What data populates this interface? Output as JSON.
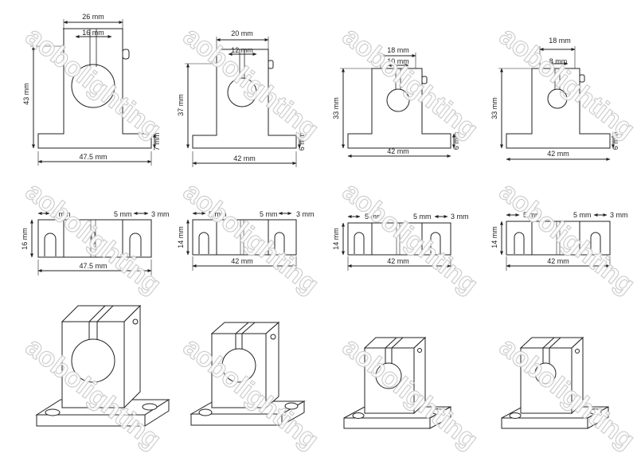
{
  "watermark": "aobolighting",
  "colors": {
    "line": "#222222",
    "body_fill": "#ffffff",
    "watermark_stroke": "#c9c9c9"
  },
  "front_views": [
    {
      "width": "47.5 mm",
      "top_width": "26 mm",
      "slot": "16 mm",
      "height": "43 mm",
      "base": "7 mm"
    },
    {
      "width": "42 mm",
      "top_width": "20 mm",
      "slot": "12 mm",
      "height": "37 mm",
      "base": "6 mm"
    },
    {
      "width": "42 mm",
      "top_width": "18 mm",
      "slot": "10 mm",
      "height": "33 mm",
      "base": "6 mm"
    },
    {
      "width": "42 mm",
      "top_width": "18 mm",
      "slot": "8 mm",
      "height": "33 mm",
      "base": "6 mm"
    }
  ],
  "top_views": [
    {
      "hole_offset": "5 mm",
      "hole_pitch": "5 mm",
      "hole_dia": "3 mm",
      "depth": "16 mm",
      "width": "47.5 mm"
    },
    {
      "hole_offset": "5 mm",
      "hole_pitch": "5 mm",
      "hole_dia": "3 mm",
      "depth": "14 mm",
      "width": "42 mm"
    },
    {
      "hole_offset": "5 mm",
      "hole_pitch": "5 mm",
      "hole_dia": "3 mm",
      "depth": "14 mm",
      "width": "42 mm"
    },
    {
      "hole_offset": "5 mm",
      "hole_pitch": "5 mm",
      "hole_dia": "3 mm",
      "depth": "14 mm",
      "width": "42 mm"
    }
  ]
}
